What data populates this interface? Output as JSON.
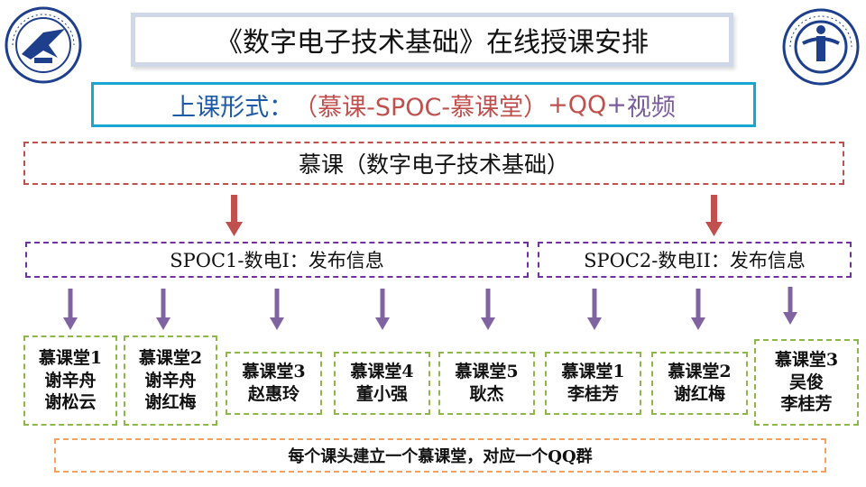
{
  "title": "《数字电子技术基础》在线授课安排",
  "form": {
    "label": "上课形式：",
    "chain": "（慕课-SPOC-慕课堂）",
    "plus1": "+",
    "qq": "QQ",
    "plus2": "+",
    "video": "视频"
  },
  "mooc": "慕课（数字电子技术基础）",
  "spoc1": "SPOC1-数电I：发布信息",
  "spoc2": "SPOC2-数电II：发布信息",
  "classrooms": [
    {
      "name": "慕课堂1",
      "teachers": [
        "谢辛舟",
        "谢松云"
      ]
    },
    {
      "name": "慕课堂2",
      "teachers": [
        "谢辛舟",
        "谢红梅"
      ]
    },
    {
      "name": "慕课堂3",
      "teachers": [
        "赵惠玲"
      ]
    },
    {
      "name": "慕课堂4",
      "teachers": [
        "董小强"
      ]
    },
    {
      "name": "慕课堂5",
      "teachers": [
        "耿杰"
      ]
    },
    {
      "name": "慕课堂1",
      "teachers": [
        "李桂芳"
      ]
    },
    {
      "name": "慕课堂2",
      "teachers": [
        "谢红梅"
      ]
    },
    {
      "name": "慕课堂3",
      "teachers": [
        "吴俊",
        "李桂芳"
      ]
    }
  ],
  "note": "每个课头建立一个慕课堂，对应一个QQ群",
  "colors": {
    "red_arrow": "#c0504d",
    "purple_arrow": "#8064a2",
    "form_blue": "#1f5aa6",
    "form_red": "#c0504d",
    "form_purple": "#7a5c9e"
  }
}
